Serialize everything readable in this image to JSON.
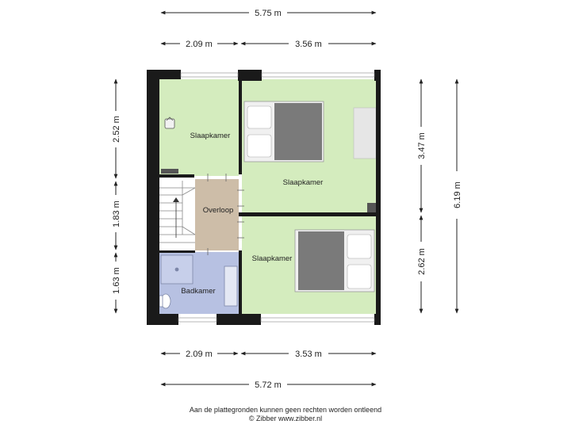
{
  "dimensions": {
    "top_total": "5.75 m",
    "top_left": "2.09 m",
    "top_right": "3.56 m",
    "bottom_left": "2.09 m",
    "bottom_right": "3.53 m",
    "bottom_total": "5.72 m",
    "left_top": "2.52 m",
    "left_middle": "1.83 m",
    "left_bottom": "1.63 m",
    "right_top": "3.47 m",
    "right_bottom": "2.62 m",
    "right_total": "6.19 m"
  },
  "rooms": {
    "bedroom_top_left": "Slaapkamer",
    "bedroom_top_right": "Slaapkamer",
    "bedroom_bottom_right": "Slaapkamer",
    "landing": "Overloop",
    "bathroom": "Badkamer"
  },
  "footer": {
    "line1": "Aan de plattegronden kunnen geen rechten worden ontleend",
    "line2": "© Zibber www.zibber.nl"
  },
  "colors": {
    "bedroom": "#d4ecbe",
    "landing": "#cdbda8",
    "bathroom": "#b7c1e2",
    "wall": "#1a1a1a",
    "stairs": "#ffffff"
  }
}
